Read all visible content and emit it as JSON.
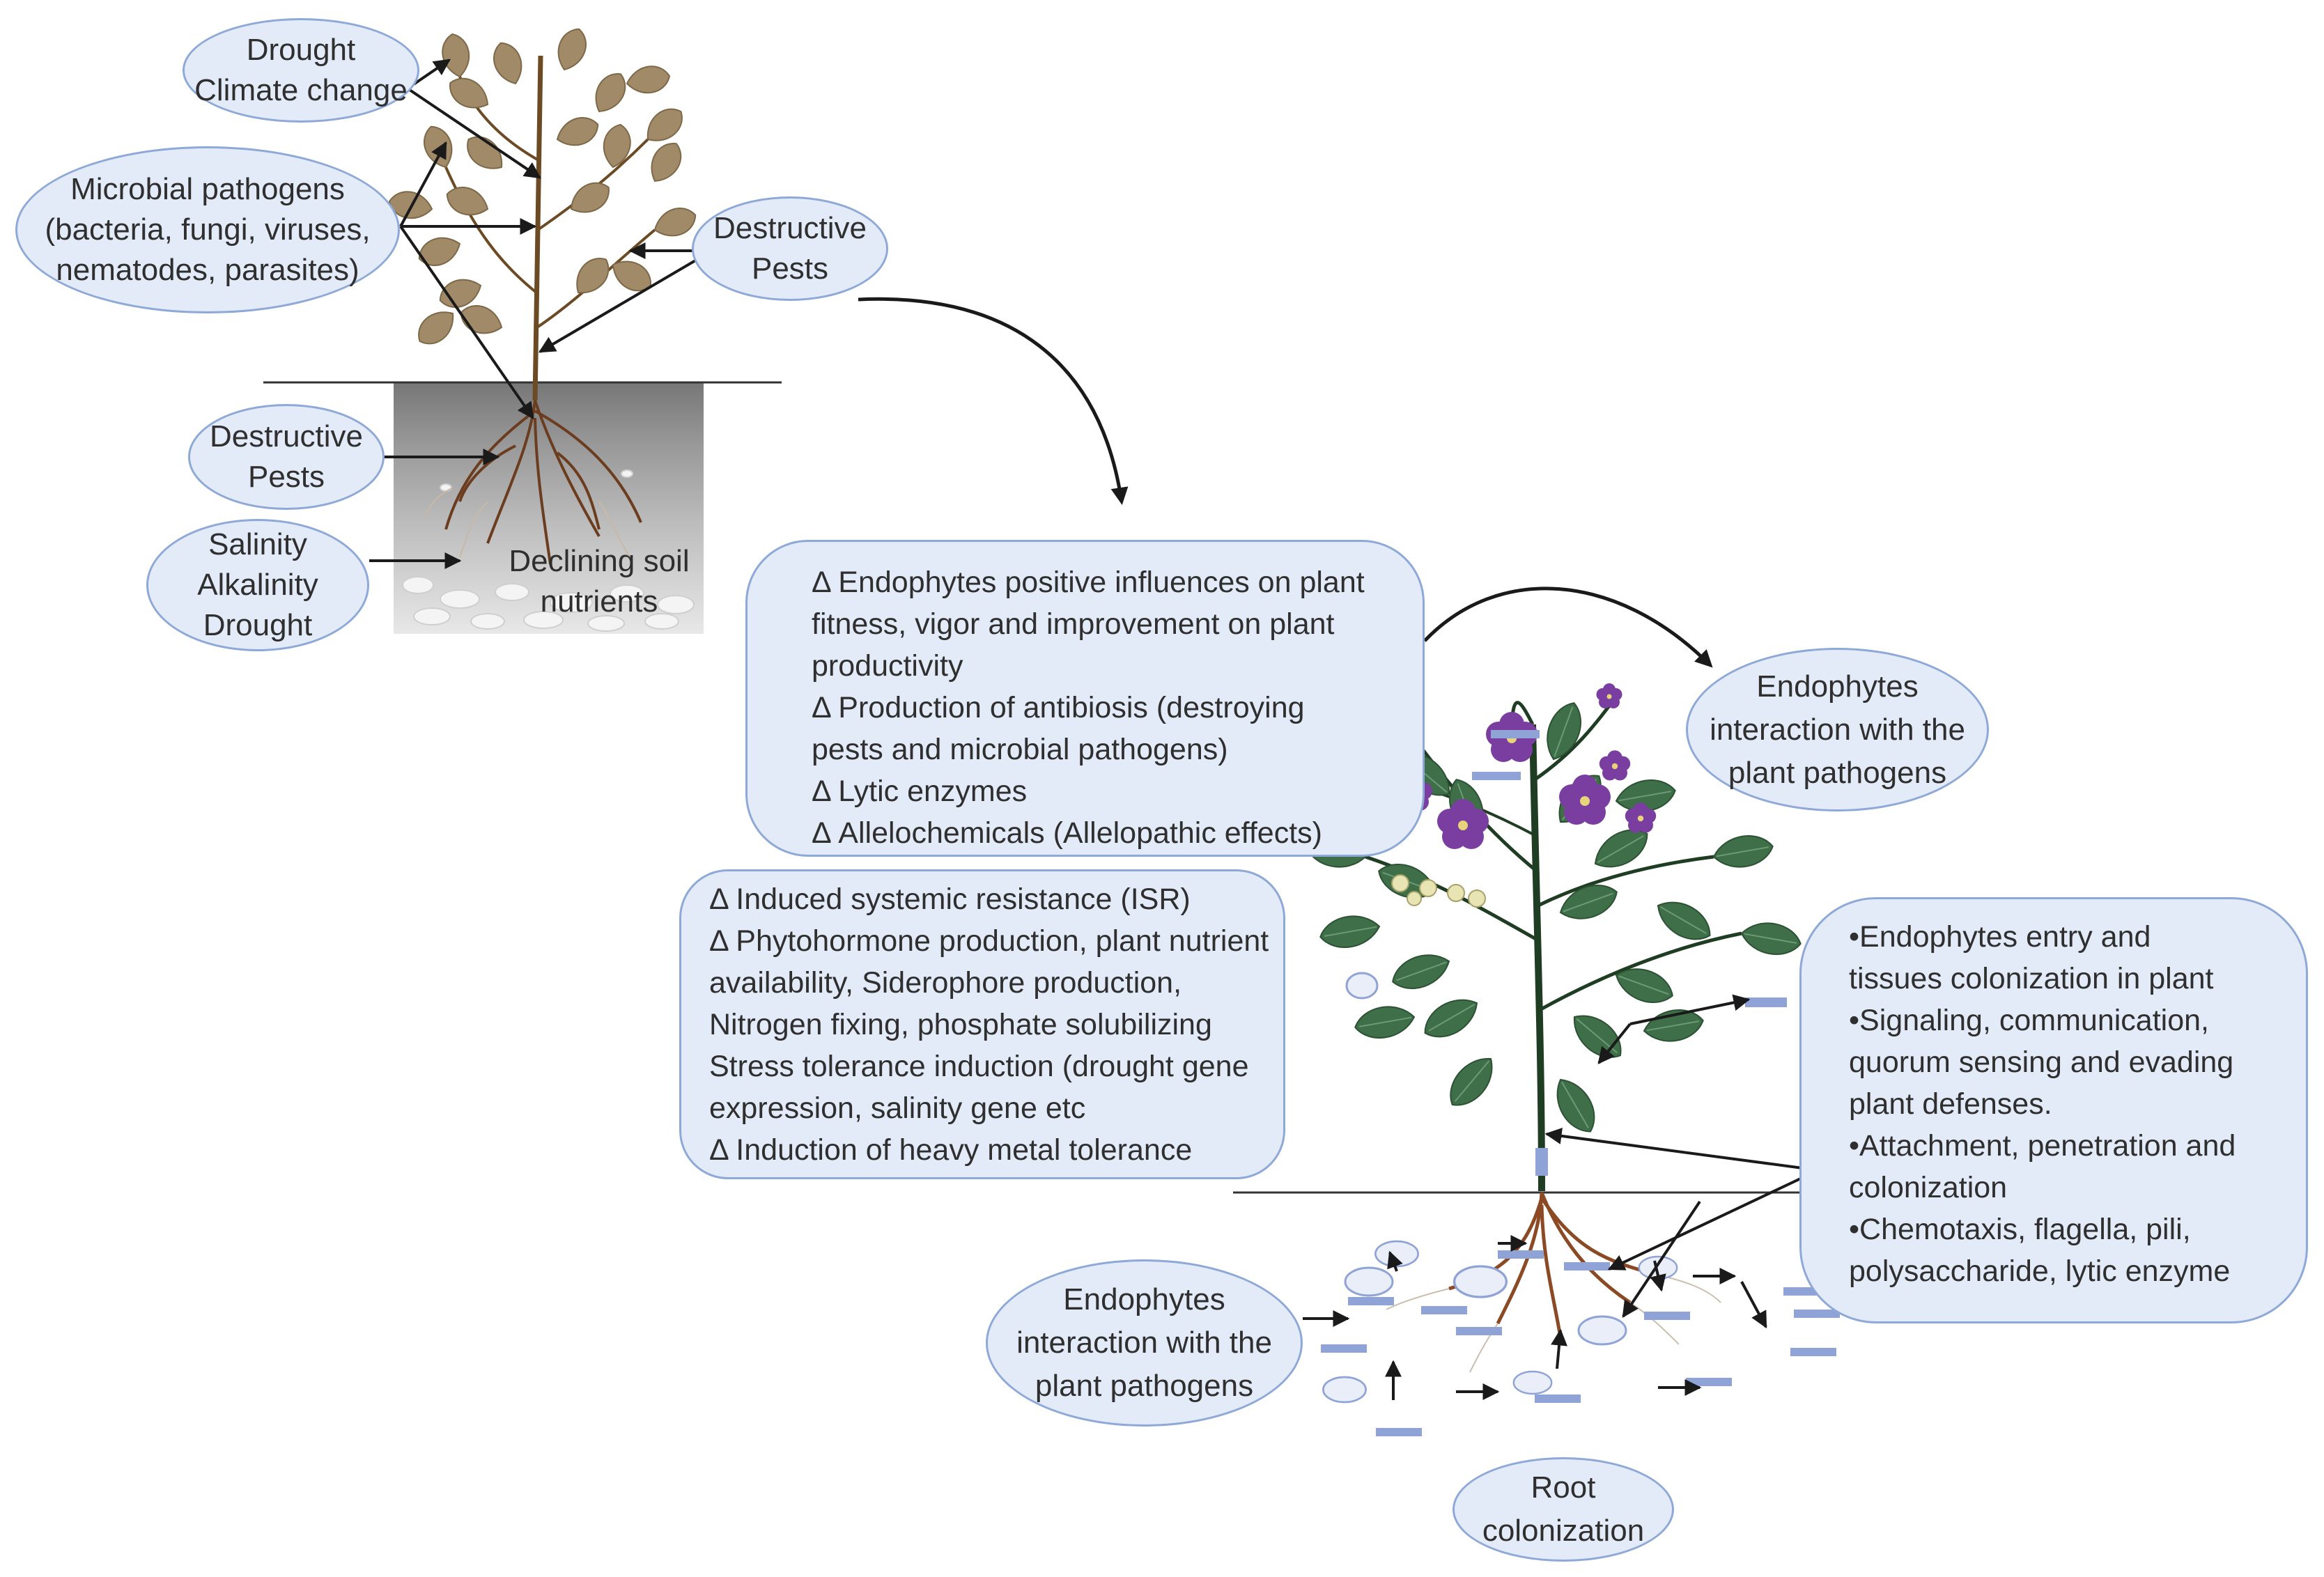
{
  "stress_plant": {
    "drought_climate": [
      "Drought",
      "Climate change"
    ],
    "microbial_pathogens": [
      "Microbial pathogens",
      "(bacteria, fungi, viruses,",
      "nematodes, parasites)"
    ],
    "destructive_pests_top": [
      "Destructive",
      "Pests"
    ],
    "destructive_pests_soil": [
      "Destructive",
      "Pests"
    ],
    "salinity": [
      "Salinity",
      "Alkalinity",
      "Drought"
    ],
    "soil_label": [
      "Declining soil",
      "nutrients"
    ]
  },
  "benefits_box": [
    "Δ Endophytes positive influences on plant",
    "fitness, vigor and improvement on plant",
    "productivity",
    "Δ Production of antibiosis (destroying",
    "pests and microbial pathogens)",
    "Δ Lytic enzymes",
    "Δ Allelochemicals (Allelopathic effects)"
  ],
  "resistance_box": [
    "Δ Induced systemic resistance (ISR)",
    "Δ Phytohormone production, plant nutrient",
    "availability, Siderophore production,",
    "Nitrogen fixing, phosphate solubilizing",
    "Stress tolerance induction (drought gene",
    "expression, salinity gene etc",
    "Δ Induction of heavy metal tolerance"
  ],
  "interaction_top": [
    "Endophytes",
    "interaction with the",
    "plant pathogens"
  ],
  "interaction_bottom": [
    "Endophytes",
    "interaction with the",
    "plant pathogens"
  ],
  "colonization_box": [
    "•Endophytes entry and",
    "tissues colonization in plant",
    "•Signaling, communication,",
    "quorum sensing and evading",
    "plant defenses.",
    "•Attachment, penetration and",
    "colonization",
    "•Chemotaxis, flagella, pili,",
    "polysaccharide, lytic enzyme"
  ],
  "root_colonization": [
    "Root",
    "colonization"
  ],
  "colors": {
    "bubble_fill": "#e4ebf8",
    "bubble_border": "#8ea9d8",
    "withered_leaf": "#a08a68",
    "healthy_leaf": "#3e6f48",
    "flower": "#7a3ea0",
    "root": "#8b4a23",
    "marker": "#8fa3d6"
  }
}
